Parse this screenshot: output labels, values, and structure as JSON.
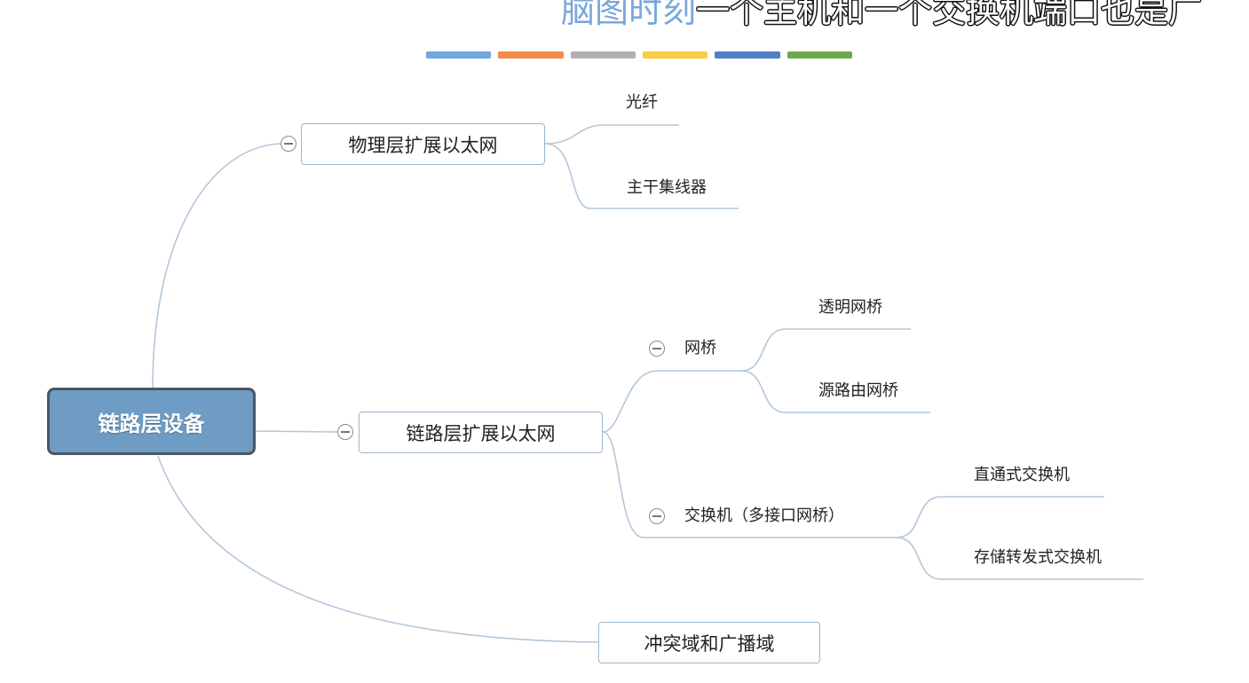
{
  "header": {
    "title_blue": "脑图时刻",
    "title_caption": "一个主机和一个交换机端口也是广"
  },
  "colors": {
    "strip": [
      "#6fa8dc",
      "#f28b4c",
      "#b0b0b0",
      "#f7cd45",
      "#4f7fc4",
      "#6fa84c"
    ],
    "link": "#b3c7da",
    "root_fill": "#6f9cc4",
    "root_border": "#4d5560"
  },
  "mindmap": {
    "root": {
      "label": "链路层设备"
    },
    "physical": {
      "label": "物理层扩展以太网",
      "children": [
        "光纤",
        "主干集线器"
      ]
    },
    "datalink": {
      "label": "链路层扩展以太网",
      "bridge": {
        "label": "网桥",
        "children": [
          "透明网桥",
          "源路由网桥"
        ]
      },
      "switch": {
        "label": "交换机（多接口网桥）",
        "children": [
          "直通式交换机",
          "存储转发式交换机"
        ]
      }
    },
    "domains": {
      "label": "冲突域和广播域"
    }
  }
}
